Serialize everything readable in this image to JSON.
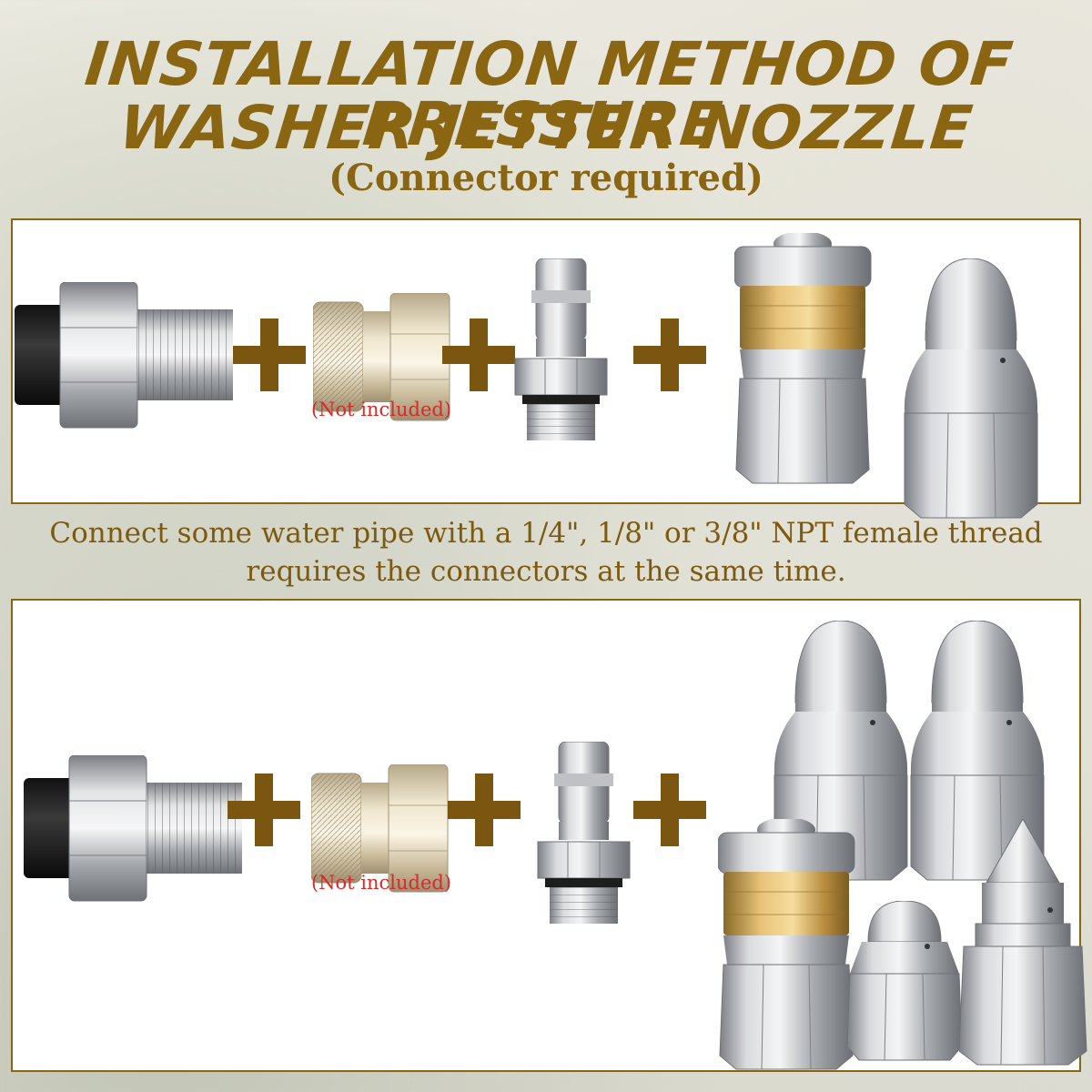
{
  "header": {
    "title_line1": "INSTALLATION METHOD OF PRESSURE",
    "title_line2": "WASHER JETTER NOZZLE",
    "subtitle": "(Connector required)"
  },
  "panel1": {
    "note": "(Not included)"
  },
  "middle": {
    "line1": "Connect some water pipe with a 1/4\", 1/8\" or 3/8\" NPT female thread",
    "line2": "requires the connectors at the same time."
  },
  "panel2": {
    "note": "(Not included)"
  },
  "colors": {
    "gold": "#8a6612",
    "plus": "#7a5610",
    "note_red": "#d62b2b"
  }
}
